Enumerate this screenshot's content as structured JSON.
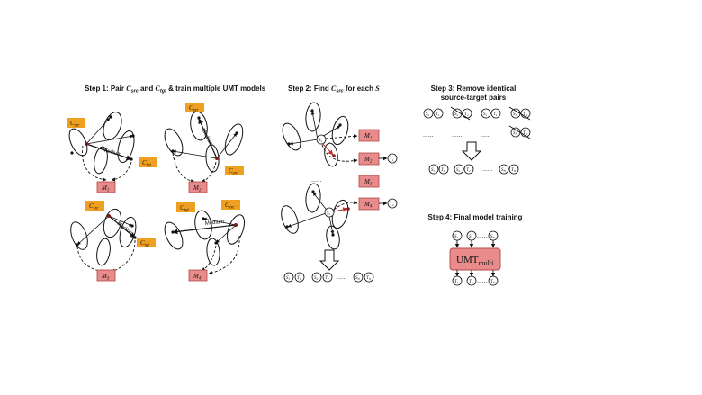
{
  "step1": {
    "title_a": "Step 1: Pair ",
    "title_csrc": "C",
    "title_csrc_sub": "src",
    "title_b": " and ",
    "title_ctgt": "C",
    "title_ctgt_sub": "tgt",
    "title_c": " & train multiple UMT models",
    "c_src": "C",
    "src_sub": "src",
    "c_tgt": "C",
    "tgt_sub": "tgt",
    "medium": "Medium",
    "models": [
      "M",
      "M",
      "M",
      "M"
    ],
    "model_subs": [
      "1",
      "2",
      "3",
      "4"
    ]
  },
  "step2": {
    "title_a": "Step 2: Find ",
    "title_c": "C",
    "title_sub": "src",
    "title_b": " for each ",
    "title_s": "S",
    "models": [
      "M",
      "M",
      "M",
      "M"
    ],
    "model_subs": [
      "1",
      "2",
      "3",
      "4"
    ],
    "ellipsis": "......",
    "s": "S",
    "t": "T",
    "dots": "......",
    "out_subs": [
      "1",
      "1",
      "2",
      "2",
      "N",
      "N"
    ]
  },
  "step3": {
    "title_line1": "Step 3: Remove identical",
    "title_line2": "source-target pairs",
    "dots": "......",
    "out_subs": [
      "1",
      "1",
      "2",
      "2",
      "N",
      "N"
    ]
  },
  "step4": {
    "title": "Step 4: Final model training",
    "umt": "UMT",
    "umt_sub": "multi",
    "dots": "......",
    "in_subs": [
      "1",
      "2",
      "N"
    ],
    "out_subs": [
      "1",
      "2",
      "N"
    ]
  },
  "colors": {
    "orange": "#f0a020",
    "model_fill": "#e98b8b",
    "model_stroke": "#b04848",
    "red_arrow": "#c0302a",
    "ink": "#111111"
  }
}
